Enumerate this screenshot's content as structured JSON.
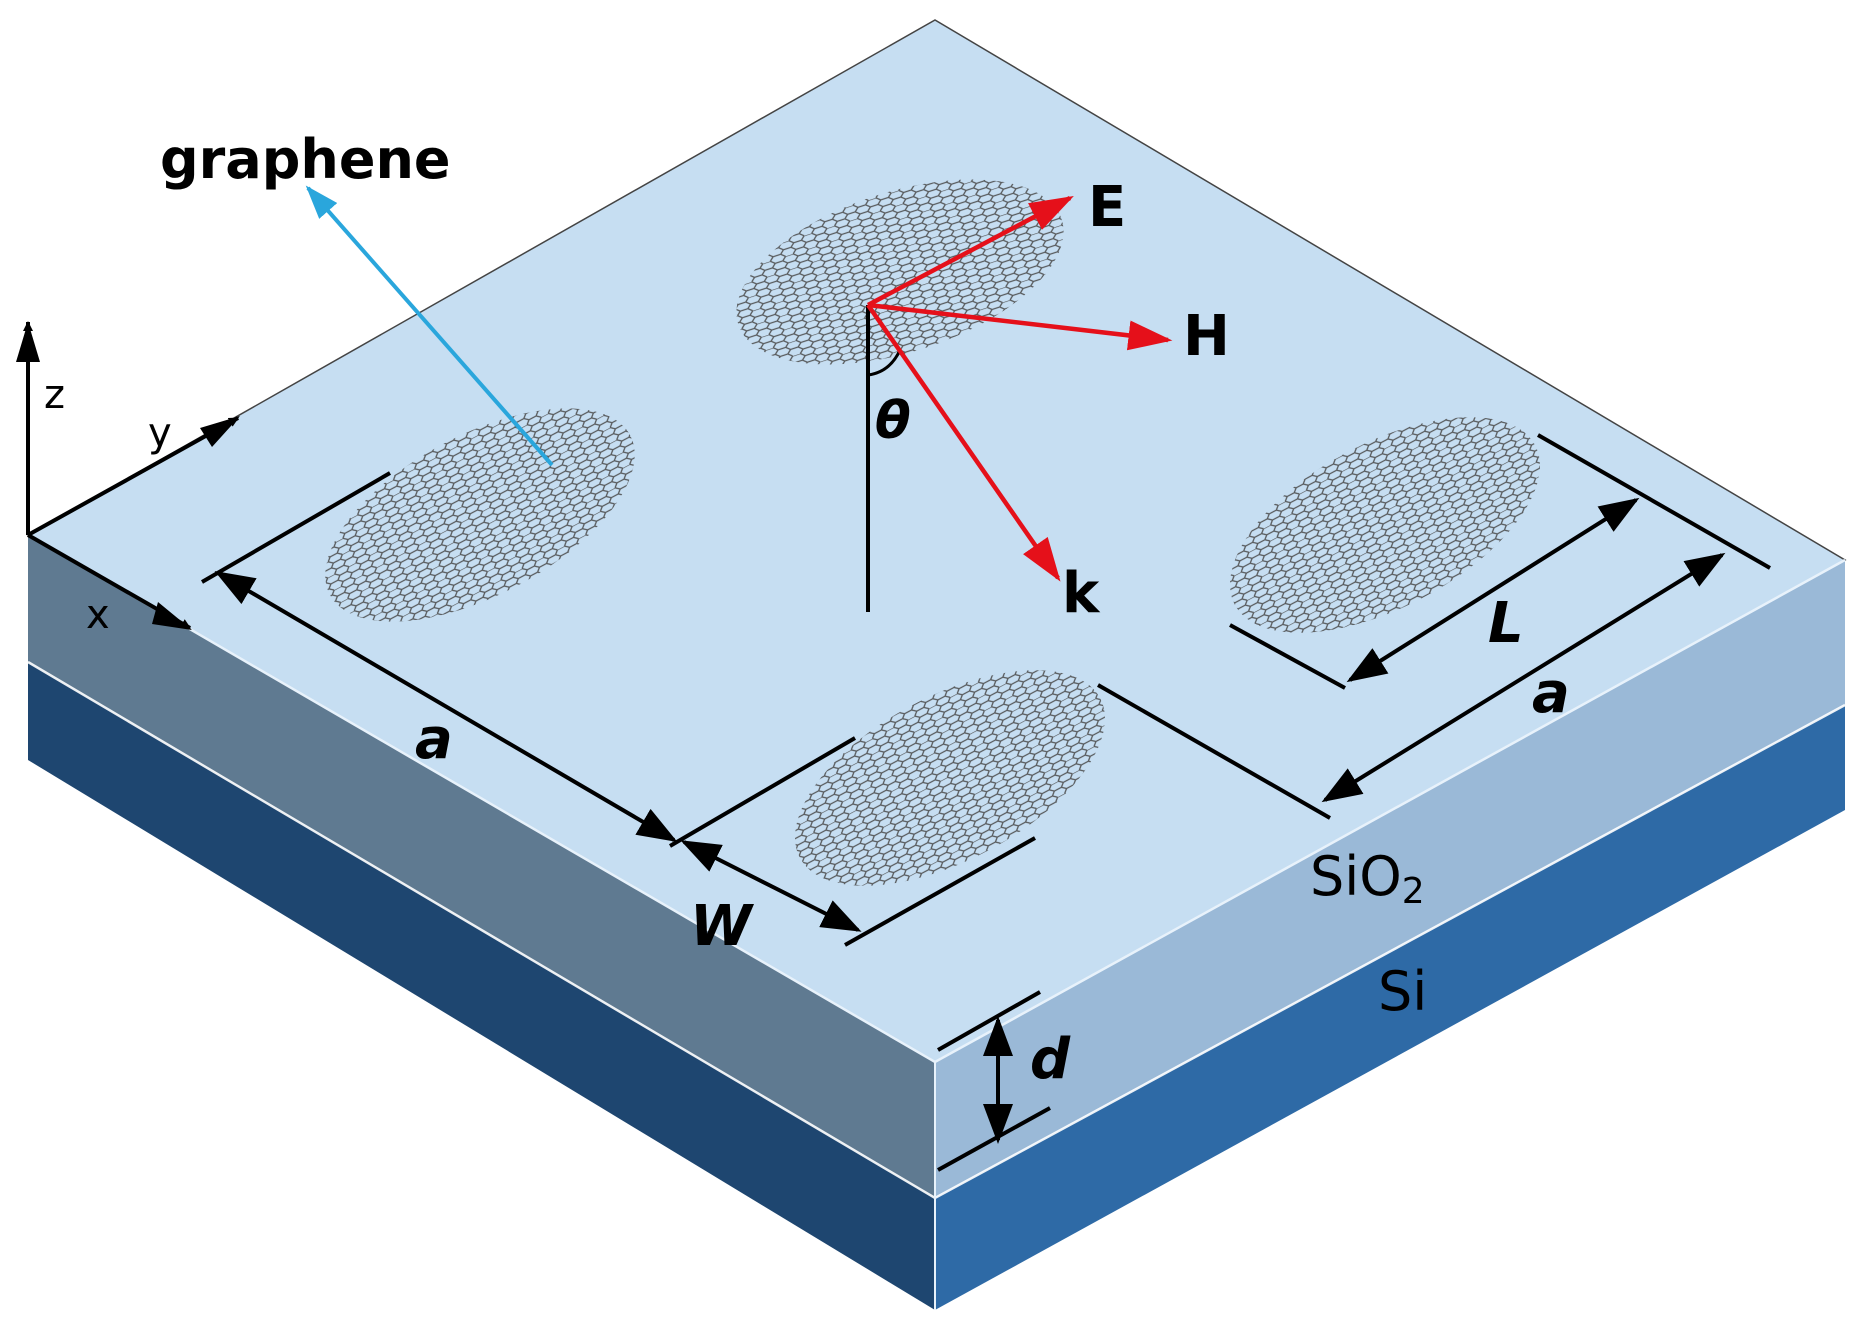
{
  "labels": {
    "graphene": "graphene",
    "axis_z": "z",
    "axis_y": "y",
    "axis_x": "x",
    "field_E": "E",
    "field_H": "H",
    "wave_k": "k",
    "angle_theta": "θ",
    "period_a_left": "a",
    "period_a_right": "a",
    "width_W": "W",
    "length_L": "L",
    "thickness_d": "d",
    "layer_oxide_main": "SiO",
    "layer_oxide_sub": "2",
    "layer_substrate": "Si"
  },
  "colors": {
    "top_surface": "#c6def2",
    "oxide_front_left": "#5f7a91",
    "oxide_front_right": "#9ab9d7",
    "substrate_left": "#1e4670",
    "substrate_right": "#2e6aa6",
    "field_arrows": "#e5101a",
    "graphene_pointer": "#2aa6dc",
    "graphene_lattice": "#4a4a4a"
  }
}
